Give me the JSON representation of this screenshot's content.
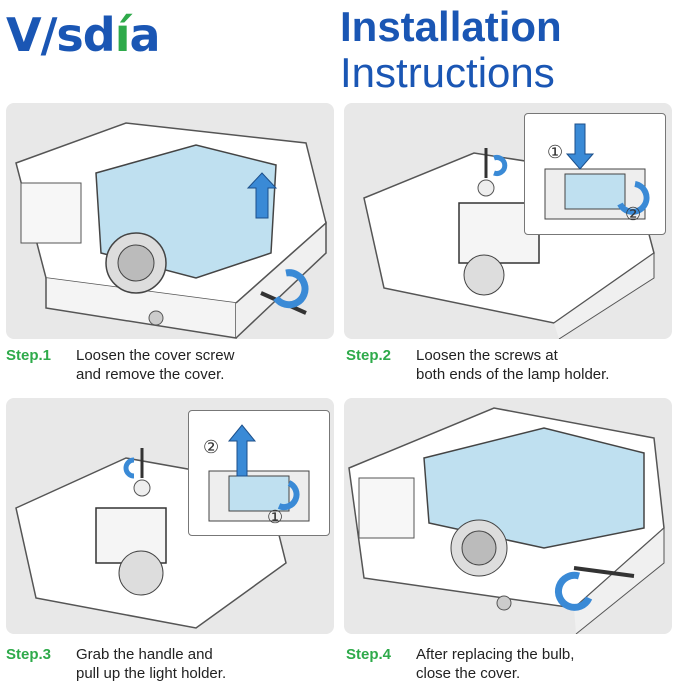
{
  "brand": {
    "logo_main": "V/sd",
    "logo_accent": "í",
    "logo_end": "a"
  },
  "title": {
    "line1": "Installation",
    "line2": "Instructions"
  },
  "steps": [
    {
      "label": "Step.1",
      "line1": "Loosen the cover screw",
      "line2": "and remove the cover."
    },
    {
      "label": "Step.2",
      "line1": "Loosen the screws at",
      "line2": "both ends of the lamp holder."
    },
    {
      "label": "Step.3",
      "line1": "Grab the handle and",
      "line2": "pull up the light holder."
    },
    {
      "label": "Step.4",
      "line1": "After replacing the bulb,",
      "line2": "close the cover."
    }
  ],
  "callouts": {
    "one": "①",
    "two": "②"
  },
  "colors": {
    "brand_blue": "#1a56b4",
    "step_green": "#2eaa4a",
    "panel_gray": "#e8e8e8",
    "cover_blue": "#bfe0f0",
    "arrow_blue": "#3a8ad6"
  }
}
